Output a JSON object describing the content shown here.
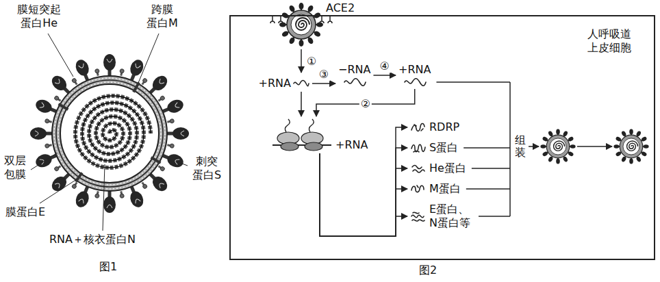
{
  "diagram": {
    "nodes": [
      {
        "text": [
          "人呼吸道 上皮细胞"
        ]
      },
      {
        "text": [
          "+RNA"
        ],
        "in": 0
      },
      {
        "text": [
          "−RNA"
        ],
        "in": 0
      },
      {
        "text": [
          "+RNA"
        ],
        "in": 0
      },
      {
        "text": [
          "+RNA"
        ],
        "in": 0
      },
      {
        "text": [
          "RDRP"
        ],
        "in": 0
      },
      {
        "text": [
          "S蛋白"
        ],
        "in": 0
      },
      {
        "text": [
          "He蛋白"
        ],
        "in": 0
      },
      {
        "text": [
          "M蛋白"
        ],
        "in": 0
      },
      {
        "text": [
          "E蛋白、 N蛋白等"
        ],
        "in": 0
      }
    ],
    "edges": [
      {
        "from": 1,
        "to": 2,
        "label": "③",
        "arrow": "to"
      },
      {
        "from": 2,
        "to": 3,
        "label": "④",
        "arrow": "to"
      },
      {
        "from": 1,
        "to": 4,
        "arrow": "to"
      },
      {
        "from": 3,
        "to": 4,
        "label": "②",
        "arrow": "to"
      },
      {
        "from": 4,
        "to": 5,
        "arrow": "to"
      },
      {
        "from": 4,
        "to": 6,
        "arrow": "to"
      },
      {
        "from": 4,
        "to": 7,
        "arrow": "to"
      },
      {
        "from": 4,
        "to": 8,
        "arrow": "to"
      },
      {
        "from": 4,
        "to": 9,
        "arrow": "to"
      }
    ],
    "labels": [
      "膜短突起 蛋白He",
      "跨膜 蛋白M",
      "双层 包膜",
      "刺突 蛋白S",
      "膜蛋白E",
      "RNA＋核衣蛋白N",
      "图1",
      "ACE2",
      "①",
      "组装",
      "图2"
    ]
  }
}
